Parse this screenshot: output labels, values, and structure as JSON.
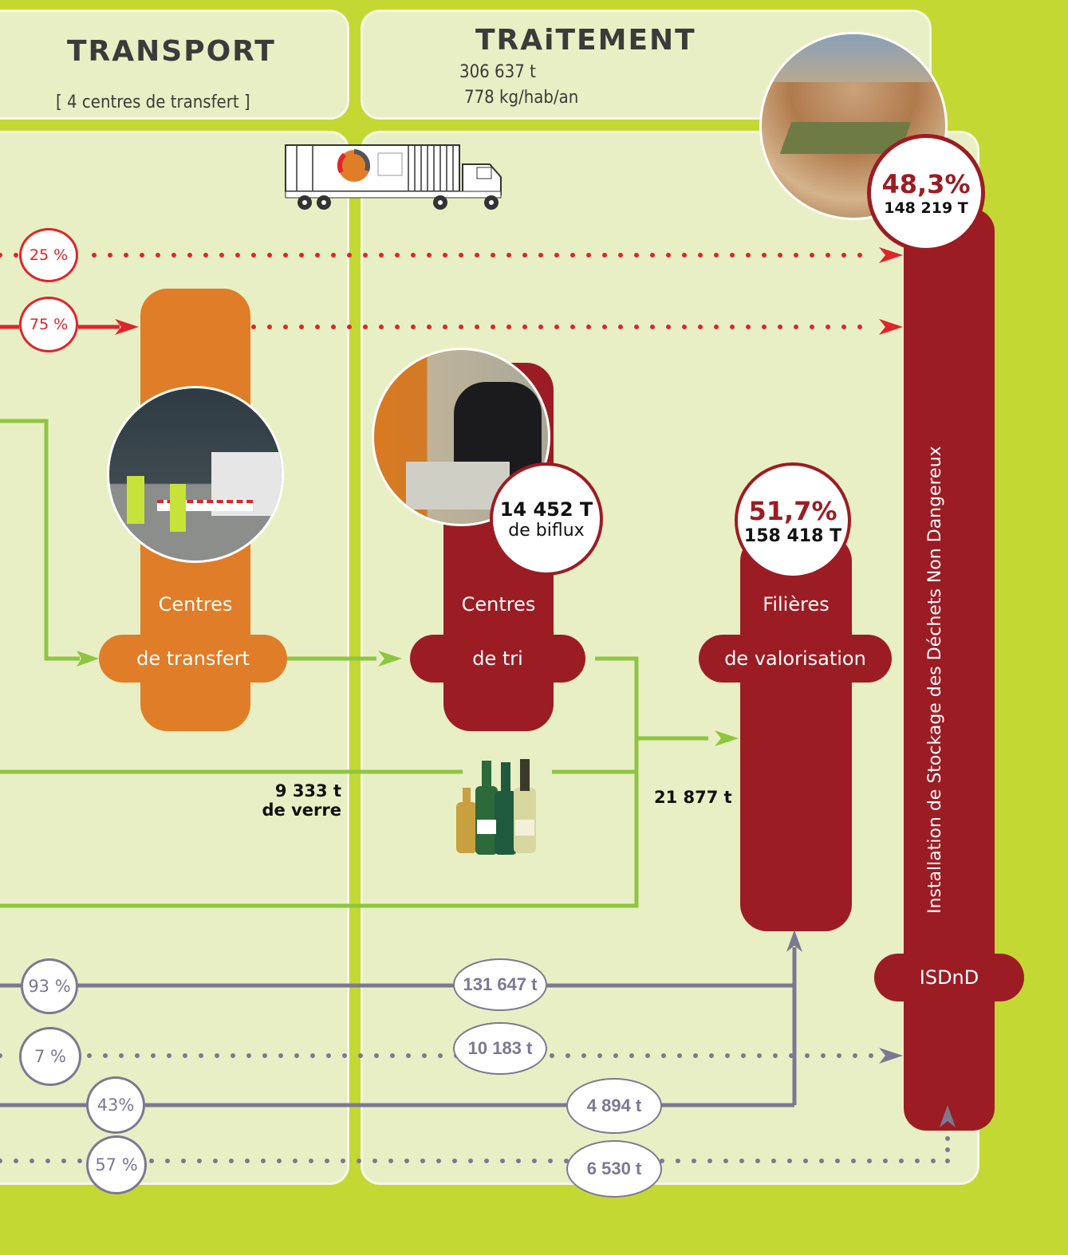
{
  "colors": {
    "red": "#e0242b",
    "maroon": "#9c1c24",
    "orange": "#e07d28",
    "green": "#8dc63f",
    "grey": "#7d7891",
    "panel": "#e9efc4",
    "bg": "#c4d833"
  },
  "transport": {
    "title": "TRANSPORT",
    "subtitle": "[ 4 centres de transfert ]"
  },
  "traitement": {
    "title": "TRAiTEMENT",
    "tonnage": "306 637 t",
    "per_capita": "778 kg/hab/an"
  },
  "isdnd": {
    "percent": "48,3%",
    "tonnage": "148 219 T",
    "vertical_label": "Installation de Stockage des Déchets Non Dangereux",
    "pill": "ISDnD"
  },
  "flows": {
    "p25": "25 %",
    "p75": "75 %",
    "p93": "93 %",
    "p7": "7 %",
    "p43": "43%",
    "p57": "57 %"
  },
  "transfert": {
    "label": "Centres",
    "pill": "de transfert"
  },
  "tri": {
    "label": "Centres",
    "pill": "de tri",
    "tonnage": "14 452 T",
    "note": "de biflux"
  },
  "valorisation": {
    "label": "Filières",
    "pill": "de valorisation",
    "percent": "51,7%",
    "tonnage": "158 418 T"
  },
  "verre": {
    "tonnage": "9 333 t",
    "label": "de verre"
  },
  "tri_output": {
    "tonnage": "21 877 t"
  },
  "ellipses": {
    "e1": "131 647 t",
    "e2": "10 183 t",
    "e3": "4 894 t",
    "e4": "6 530 t"
  },
  "icons": {
    "truck": "truck-icon",
    "bottles": "bottles-icon",
    "landfill_photo": "landfill-photo",
    "transfer_photo": "transfer-center-photo",
    "sorting_photo": "sorting-center-photo"
  }
}
